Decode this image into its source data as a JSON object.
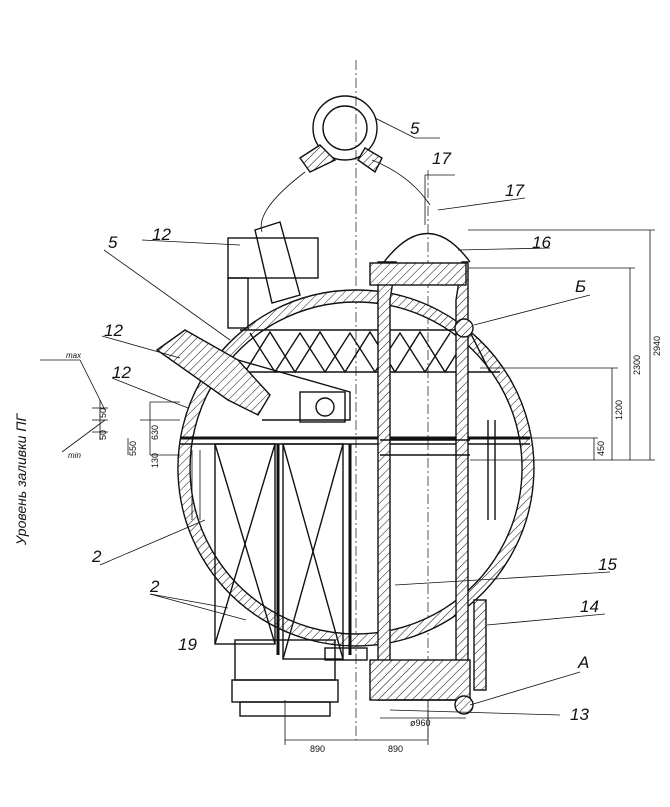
{
  "callouts": {
    "c5_top": "5",
    "c17_a": "17",
    "c17_b": "17",
    "c12_top": "12",
    "c16": "16",
    "c5_left": "5",
    "cB": "Б",
    "c12_mid": "12",
    "c12_low": "12",
    "c2_a": "2",
    "c15": "15",
    "c2_b": "2",
    "c14": "14",
    "c19": "19",
    "cA": "А",
    "c13": "13"
  },
  "side_label": "Уровень заливки ПГ",
  "level_marks": {
    "max": "max",
    "min": "min",
    "d50a": "50",
    "d50b": "50"
  },
  "dimensions": {
    "d550": "550",
    "d630": "630",
    "d130": "130",
    "d2940": "2940",
    "d2300": "2300",
    "d1200": "1200",
    "d450": "450",
    "d960": "ø960",
    "d890a": "890",
    "d890b": "890"
  }
}
